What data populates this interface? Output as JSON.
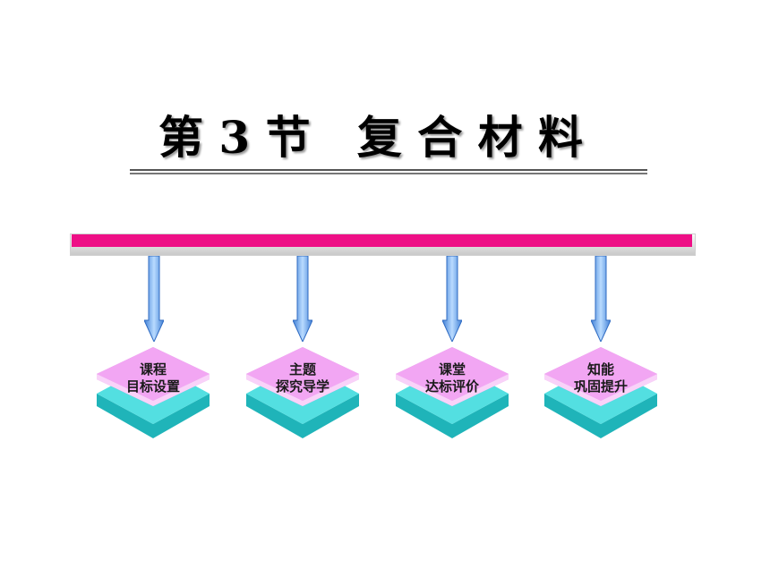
{
  "title": "第 3 节   复 合 材 料",
  "colors": {
    "bar": "#ee0f86",
    "arrow": "#6aa8ec",
    "diamond_top": "#ef9cf0",
    "slab": "#38cfd3"
  },
  "nodes": [
    {
      "line1": "课程",
      "line2": "目标设置"
    },
    {
      "line1": "主题",
      "line2": "探究导学"
    },
    {
      "line1": "课堂",
      "line2": "达标评价"
    },
    {
      "line1": "知能",
      "line2": "巩固提升"
    }
  ]
}
